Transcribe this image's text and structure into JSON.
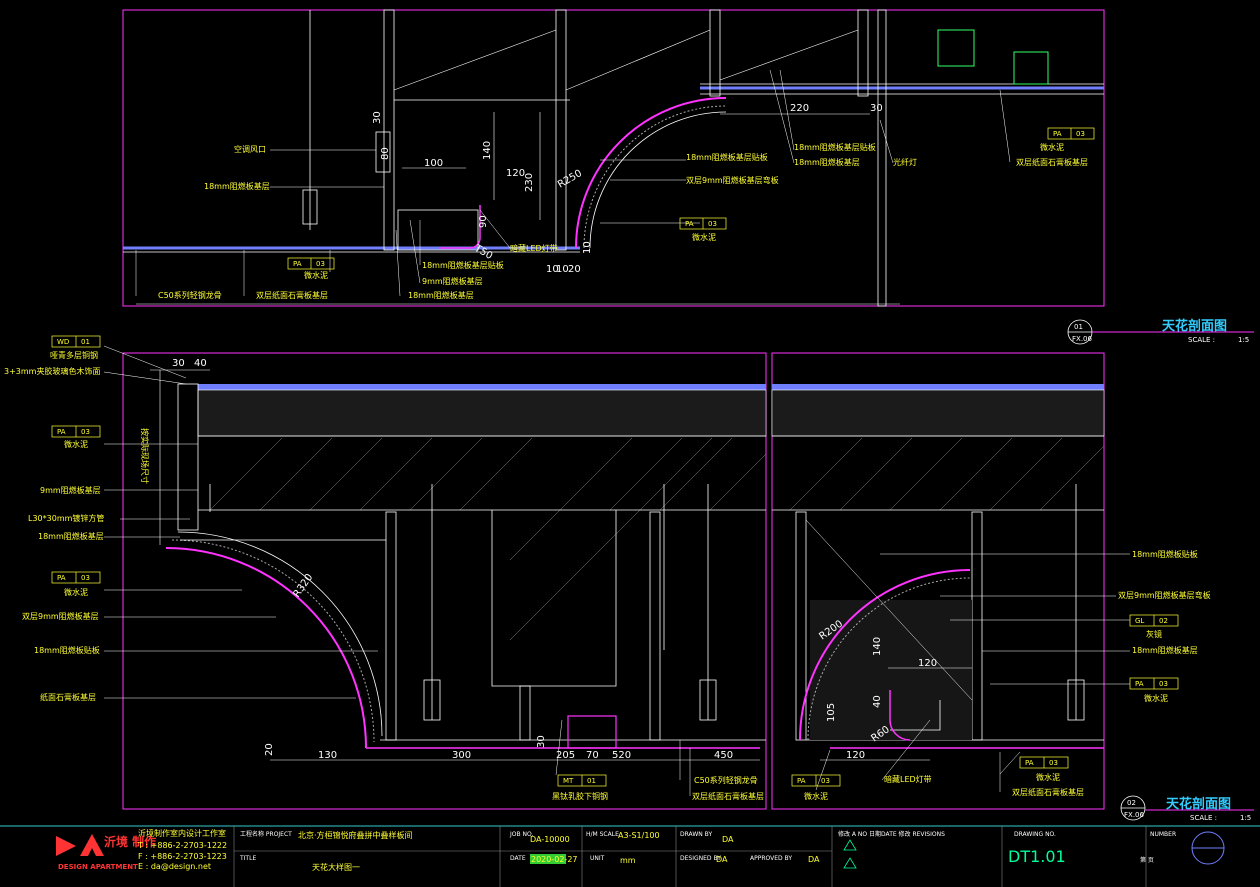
{
  "colors": {
    "frame": "#ff33ff",
    "label": "#ffff33",
    "dimension": "#ffffff",
    "title": "#33ccff",
    "structure": "#ffffff",
    "background": "#000000"
  },
  "top_section": {
    "dims": [
      "30",
      "80",
      "100",
      "140",
      "120",
      "220",
      "30",
      "230",
      "R250",
      "90",
      "T50",
      "10",
      "10",
      "20",
      "10"
    ],
    "labels": [
      "空调风口",
      "18mm阻燃板基层",
      "18mm阻燃板基层贴板",
      "双层9mm阻燃板基层弯板",
      "18mm阻燃板基层贴板",
      "18mm阻燃板基层",
      "光纤灯",
      "双层纸面石膏板基层",
      "微水泥",
      "暗藏LED灯带",
      "18mm阻燃板基层贴板",
      "9mm阻燃板基层",
      "18mm阻燃板基层",
      "C50系列轻钢龙骨",
      "双层纸面石膏板基层",
      "微水泥"
    ],
    "tags": [
      {
        "code": "PA",
        "num": "03"
      },
      {
        "code": "PA",
        "num": "03"
      },
      {
        "code": "PA",
        "num": "03"
      }
    ]
  },
  "bottom_section": {
    "dims": [
      "30",
      "40",
      "R320",
      "20",
      "130",
      "300",
      "30",
      "205",
      "70",
      "520",
      "450",
      "R200",
      "140",
      "120",
      "105",
      "40",
      "R60",
      "120"
    ],
    "vertical_label": "按实际现场尺寸",
    "left_labels": [
      "哑青多层铜钢",
      "3+3mm夹胶玻璃色木饰面",
      "微水泥",
      "9mm阻燃板基层",
      "L30*30mm镀锌方管",
      "18mm阻燃板基层",
      "微水泥",
      "双层9mm阻燃板基层",
      "18mm阻燃板贴板",
      "纸面石膏板基层"
    ],
    "left_tags": [
      {
        "code": "WD",
        "num": "01"
      },
      {
        "code": "PA",
        "num": "03"
      },
      {
        "code": "PA",
        "num": "03"
      }
    ],
    "right_labels": [
      "18mm阻燃板贴板",
      "双层9mm阻燃板基层弯板",
      "灰镜",
      "18mm阻燃板基层",
      "微水泥",
      "微水泥",
      "双层纸面石膏板基层"
    ],
    "right_tags": [
      {
        "code": "GL",
        "num": "02"
      },
      {
        "code": "PA",
        "num": "03"
      },
      {
        "code": "PA",
        "num": "03"
      },
      {
        "code": "PA",
        "num": "03"
      }
    ],
    "bottom_labels": [
      "黑钛乳胶下铜钢",
      "C50系列轻钢龙骨",
      "双层纸面石膏板基层",
      "微水泥",
      "暗藏LED灯带"
    ],
    "bottom_tags": [
      {
        "code": "MT",
        "num": "01"
      },
      {
        "code": "PA",
        "num": "03"
      }
    ]
  },
  "callouts": [
    {
      "num": "01",
      "ref": "FX.06",
      "title": "天花剖面图",
      "scale_label": "SCALE :",
      "scale_value": "1:5"
    },
    {
      "num": "02",
      "ref": "FX.06",
      "title": "天花剖面图",
      "scale_label": "SCALE :",
      "scale_value": "1:5"
    }
  ],
  "title_block": {
    "logo_cn": "沂境 制作",
    "logo_en": "DESIGN APARTMENT",
    "company_lines": [
      "沂境制作室内设计工作室",
      "T : +886-2-2703-1222",
      "F : +886-2-2703-1223",
      "E : da@design.net"
    ],
    "project_label": "工程名称 PROJECT",
    "project_value": "北京·方桓锦悦府叠拼中叠样板间",
    "title_label": "TITLE",
    "title_value": "天花大样图一",
    "job_no_label": "JOB NO.",
    "job_no_value": "DA-10000",
    "date_label": "DATE",
    "date_value": "2020-02-27",
    "scale_label": "H/M SCALE",
    "scale_value": "A3-S1/100",
    "unit_label": "UNIT",
    "unit_value": "mm",
    "drawn_label": "DRAWN BY",
    "drawn_value": "DA",
    "designed_label": "DESIGNED BY",
    "designed_value": "DA",
    "approved_label": "APPROVED BY",
    "approved_value": "DA",
    "rev_label": "修改 A NO  日期DATE  修改 REVISIONS",
    "drawing_no_label": "DRAWING NO.",
    "drawing_no_value": "DT1.01",
    "number_label": "NUMBER",
    "number_sub": "第 页"
  }
}
